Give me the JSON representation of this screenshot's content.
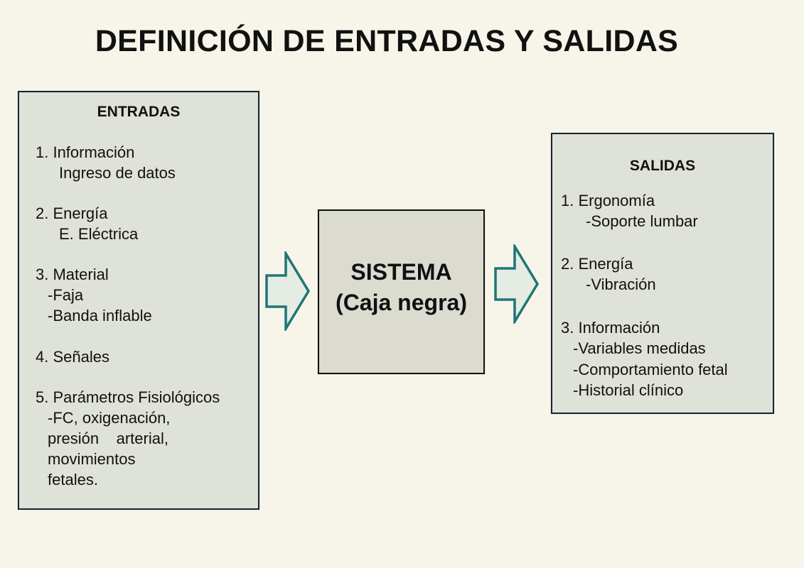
{
  "title": "DEFINICIÓN DE ENTRADAS Y SALIDAS",
  "colors": {
    "background": "#f7f5ea",
    "box_fill": "#dfe2d9",
    "box_border": "#1b2433",
    "arrow_stroke": "#1f7674",
    "arrow_fill": "#e4ece3"
  },
  "entradas": {
    "heading": "ENTRADAS",
    "lines": [
      "1. Información",
      "Ingreso de datos",
      "2. Energía",
      "E. Eléctrica",
      "3. Material",
      "-Faja",
      "-Banda inflable",
      "4. Señales",
      "5. Parámetros Fisiológicos",
      "-FC, oxigenación,",
      "presión    arterial,",
      "movimientos",
      "fetales."
    ]
  },
  "sistema": {
    "line1": "SISTEMA",
    "line2": "(Caja negra)"
  },
  "salidas": {
    "heading": "SALIDAS",
    "lines": [
      "1. Ergonomía",
      "-Soporte lumbar",
      "2. Energía",
      "-Vibración",
      "3. Información",
      "-Variables medidas",
      "-Comportamiento fetal",
      "-Historial clínico"
    ]
  },
  "icons": {
    "arrow_left": "right-arrow-icon",
    "arrow_right": "right-arrow-icon"
  }
}
